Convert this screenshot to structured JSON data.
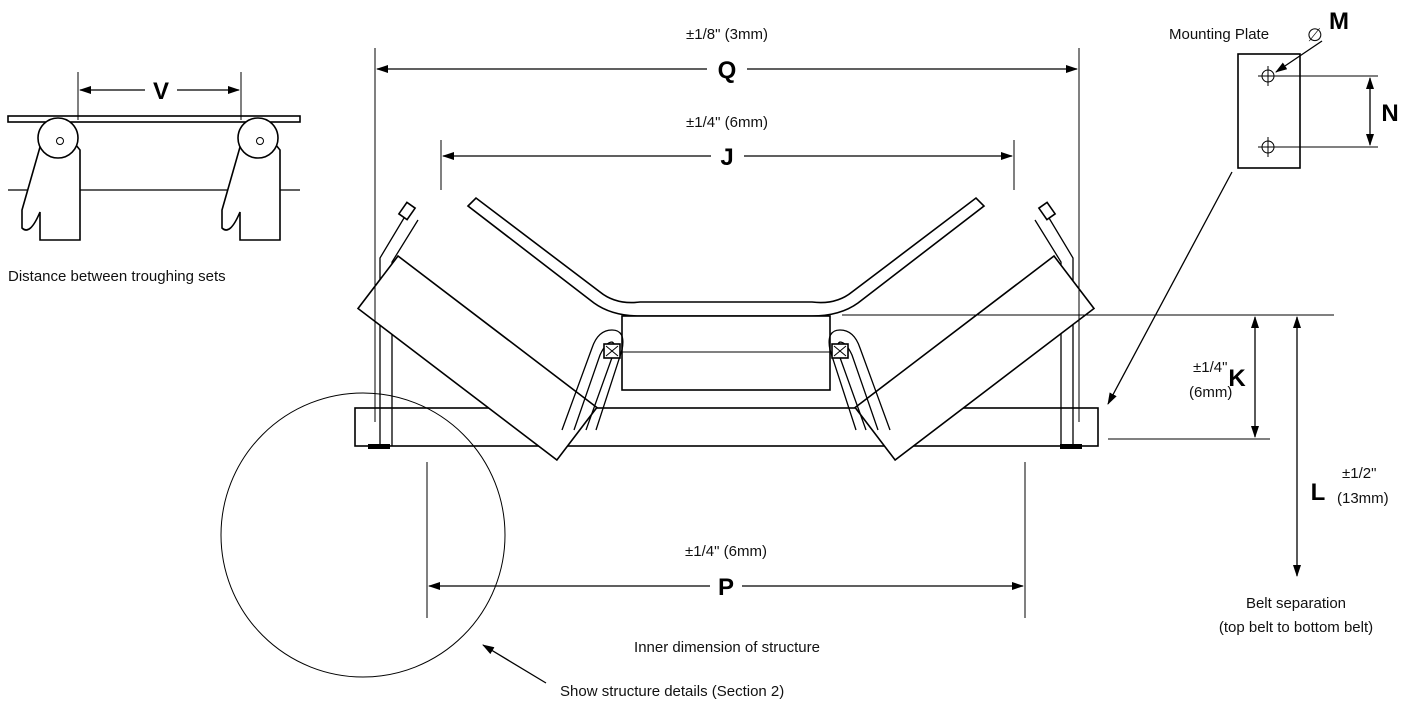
{
  "dimensions": {
    "Q": {
      "letter": "Q",
      "tolerance": "±1/8\" (3mm)"
    },
    "J": {
      "letter": "J",
      "tolerance": "±1/4\" (6mm)"
    },
    "V": {
      "letter": "V"
    },
    "K": {
      "letter": "K",
      "tolerance_line1": "±1/4\"",
      "tolerance_line2": "(6mm)"
    },
    "L": {
      "letter": "L",
      "tolerance_line1": "±1/2\"",
      "tolerance_line2": "(13mm)"
    },
    "P": {
      "letter": "P",
      "tolerance": "±1/4\" (6mm)"
    },
    "M": {
      "letter": "M",
      "symbol": "∅"
    },
    "N": {
      "letter": "N"
    }
  },
  "captions": {
    "troughing_distance": "Distance between troughing sets",
    "mounting_plate": "Mounting Plate",
    "inner_dimension": "Inner dimension of structure",
    "structure_details": "Show structure details (Section 2)",
    "belt_separation_line1": "Belt separation",
    "belt_separation_line2": "(top belt to bottom belt)"
  }
}
